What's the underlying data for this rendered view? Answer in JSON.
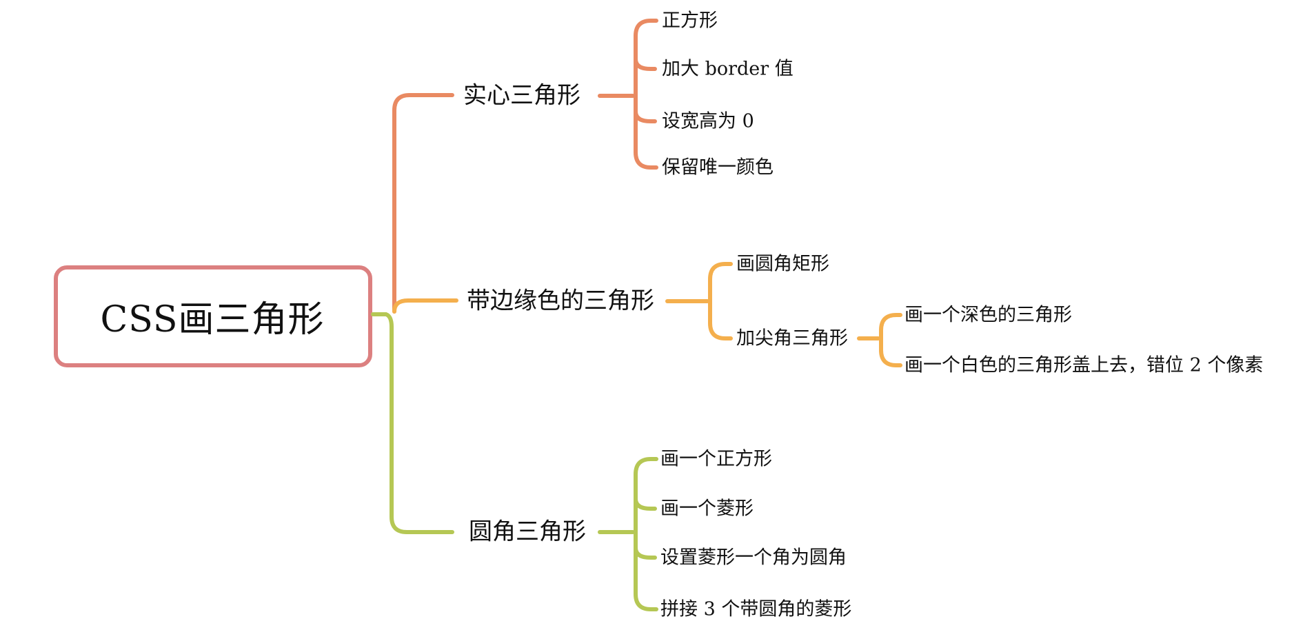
{
  "colors": {
    "root_border": "#DC8080",
    "branch_solid": "#E98A62",
    "branch_edged": "#F4AF4D",
    "branch_rounded": "#B5C754"
  },
  "root": {
    "label": "CSS画三角形"
  },
  "branches": [
    {
      "label": "实心三角形",
      "children": [
        "正方形",
        "加大 border 值",
        "设宽高为 0",
        "保留唯一颜色"
      ]
    },
    {
      "label": "带边缘色的三角形",
      "children": [
        {
          "label": "画圆角矩形"
        },
        {
          "label": "加尖角三角形",
          "children": [
            "画一个深色的三角形",
            "画一个白色的三角形盖上去，错位 2 个像素"
          ]
        }
      ]
    },
    {
      "label": "圆角三角形",
      "children": [
        "画一个正方形",
        "画一个菱形",
        "设置菱形一个角为圆角",
        "拼接 3 个带圆角的菱形"
      ]
    }
  ]
}
